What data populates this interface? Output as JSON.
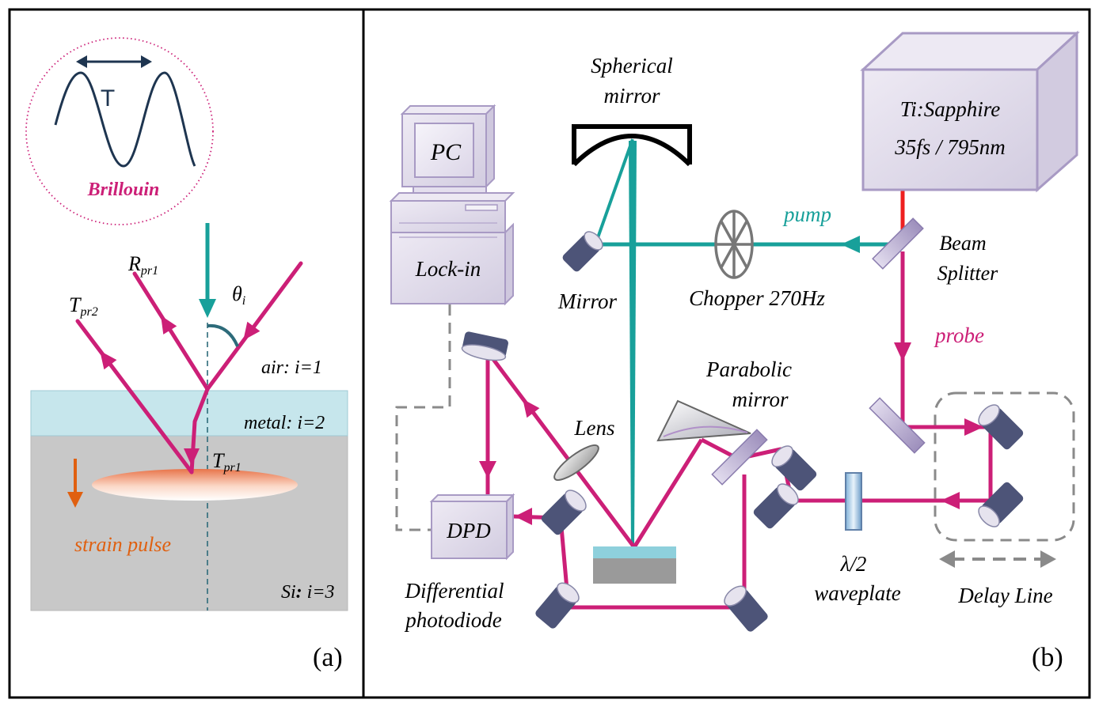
{
  "colors": {
    "probe": "#cc1f77",
    "pump": "#18a09a",
    "laser_out": "#ee2020",
    "strain": "#e06010",
    "brillouin": "#cc1f77",
    "wave": "#1e3550",
    "metal": "#c6e6ec",
    "substrate": "#c8c8c8",
    "device_face": "#dcd7e6",
    "device_edge": "#a89ac4",
    "mounts": "#4d5478"
  },
  "panel_a": {
    "label": "(a)",
    "period_symbol": "T",
    "brillouin_label": "Brillouin",
    "reflected_probe": {
      "main": "R",
      "sub": "pr1"
    },
    "transmitted_probe_2": {
      "main": "T",
      "sub": "pr2"
    },
    "transmitted_probe_1": {
      "main": "T",
      "sub": "pr1"
    },
    "angle": {
      "main": "θ",
      "sub": "i"
    },
    "layers": {
      "air": "air: i=1",
      "metal": "metal: i=2",
      "si_main": "Si",
      "si_colon": ":",
      "si_rest": " i=3"
    },
    "strain_label": "strain pulse"
  },
  "panel_b": {
    "label": "(b)",
    "laser": {
      "line1": "Ti:Sapphire",
      "line2": "35fs / 795nm"
    },
    "spherical_mirror": {
      "line1": "Spherical",
      "line2": "mirror"
    },
    "pc": "PC",
    "lockin": "Lock-in",
    "pump": "pump",
    "probe": "probe",
    "beam_splitter": {
      "line1": "Beam",
      "line2": "Splitter"
    },
    "chopper": "Chopper 270Hz",
    "mirror": "Mirror",
    "parabolic_mirror": {
      "line1": "Parabolic",
      "line2": "mirror"
    },
    "lens": "Lens",
    "dpd": "DPD",
    "photodiode": {
      "line1": "Differential",
      "line2": "photodiode"
    },
    "waveplate": {
      "line1": "λ/2",
      "line2": "waveplate"
    },
    "delay_line": "Delay Line"
  }
}
